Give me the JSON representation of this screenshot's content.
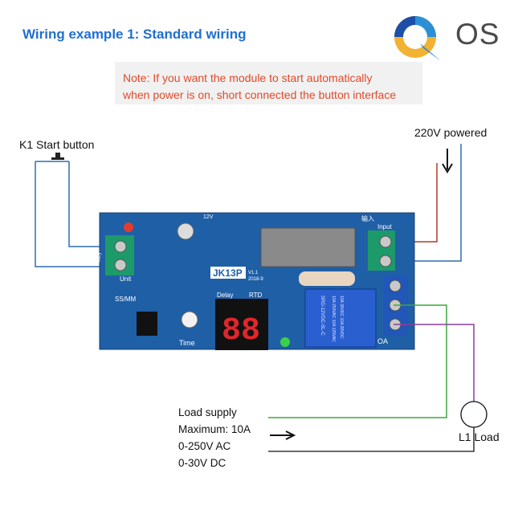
{
  "header": {
    "title": "Wiring example 1: Standard wiring",
    "logo_text": "OS"
  },
  "note": {
    "line1": "Note: If you want the module to start automatically",
    "line2": "when power is on, short connected the button interface"
  },
  "labels": {
    "start_button": "K1 Start button",
    "powered": "220V powered",
    "load": "L1 Load"
  },
  "load_supply": [
    "Load supply",
    "Maximum: 10A",
    "0-250V AC",
    "0-30V DC"
  ],
  "board": {
    "model": "JK13P",
    "version": "V1.1",
    "date": "2018-9",
    "display": "88",
    "silk_time": "Time",
    "silk_delay": "Delay",
    "silk_rtd": "RTD",
    "silk_unit": "Unit",
    "silk_ssmm": "SS/MM",
    "silk_input": "Input",
    "silk_input_cn": "输入",
    "silk_12v": "12V",
    "silk_key": "Key",
    "silk_oa": "OA",
    "relay_model": "SRD-12VDC-SL-C",
    "relay_rating1": "10A 250VAC 10A 125VAC",
    "relay_rating2": "10A 30VDC 10A 28VDC"
  },
  "colors": {
    "title_blue": "#1f6fd1",
    "note_red": "#e04a2a",
    "pcb_blue": "#1f5fa6",
    "wire_blue": "#2d6fb0",
    "wire_red": "#b03a2a",
    "wire_green": "#3aa83a",
    "wire_purple": "#8a3fa0",
    "relay_blue": "#2a5fd0"
  },
  "icons": [
    "logo-q-icon",
    "down-arrow-icon",
    "right-arrow-icon",
    "lamp-icon",
    "push-button-icon"
  ]
}
